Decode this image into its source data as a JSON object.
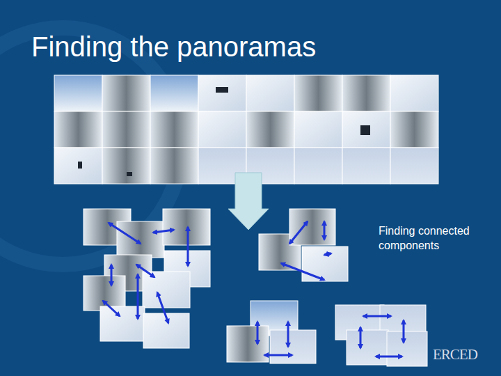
{
  "diagram": {
    "title": "Finding the panoramas",
    "labels": [
      "Finding connected components",
      "ERCED"
    ]
  }
}
